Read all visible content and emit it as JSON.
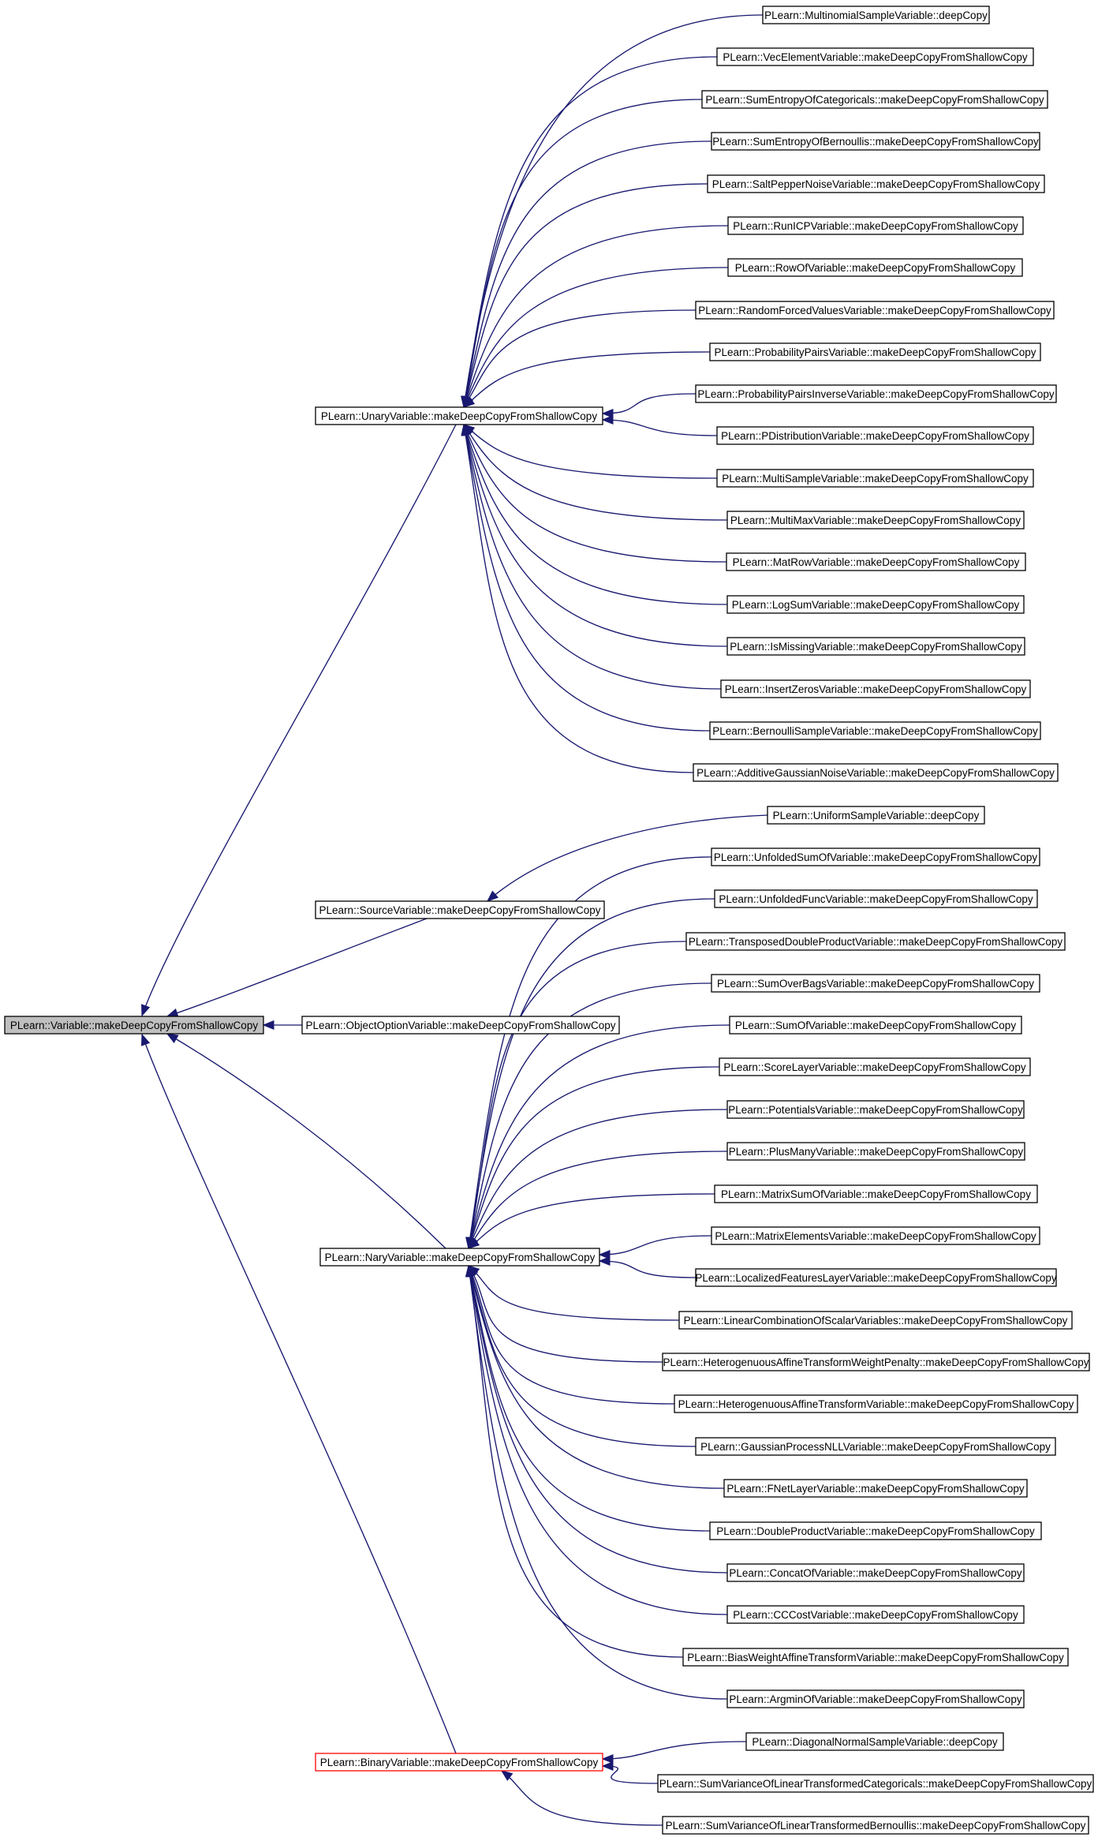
{
  "root": {
    "id": "root",
    "label": "PLearn::Variable::makeDeepCopyFromShallowCopy",
    "highlight": "gray"
  },
  "parents": [
    {
      "id": "unary",
      "label": "PLearn::UnaryVariable::makeDeepCopyFromShallowCopy"
    },
    {
      "id": "source",
      "label": "PLearn::SourceVariable::makeDeepCopyFromShallowCopy"
    },
    {
      "id": "objopt",
      "label": "PLearn::ObjectOptionVariable::makeDeepCopyFromShallowCopy"
    },
    {
      "id": "nary",
      "label": "PLearn::NaryVariable::makeDeepCopyFromShallowCopy"
    },
    {
      "id": "binary",
      "label": "PLearn::BinaryVariable::makeDeepCopyFromShallowCopy",
      "border": "#ff0000"
    }
  ],
  "children": {
    "unary": [
      "PLearn::MultinomialSampleVariable::deepCopy",
      "PLearn::VecElementVariable::makeDeepCopyFromShallowCopy",
      "PLearn::SumEntropyOfCategoricals::makeDeepCopyFromShallowCopy",
      "PLearn::SumEntropyOfBernoullis::makeDeepCopyFromShallowCopy",
      "PLearn::SaltPepperNoiseVariable::makeDeepCopyFromShallowCopy",
      "PLearn::RunICPVariable::makeDeepCopyFromShallowCopy",
      "PLearn::RowOfVariable::makeDeepCopyFromShallowCopy",
      "PLearn::RandomForcedValuesVariable::makeDeepCopyFromShallowCopy",
      "PLearn::ProbabilityPairsVariable::makeDeepCopyFromShallowCopy",
      "PLearn::ProbabilityPairsInverseVariable::makeDeepCopyFromShallowCopy",
      "PLearn::PDistributionVariable::makeDeepCopyFromShallowCopy",
      "PLearn::MultiSampleVariable::makeDeepCopyFromShallowCopy",
      "PLearn::MultiMaxVariable::makeDeepCopyFromShallowCopy",
      "PLearn::MatRowVariable::makeDeepCopyFromShallowCopy",
      "PLearn::LogSumVariable::makeDeepCopyFromShallowCopy",
      "PLearn::IsMissingVariable::makeDeepCopyFromShallowCopy",
      "PLearn::InsertZerosVariable::makeDeepCopyFromShallowCopy",
      "PLearn::BernoulliSampleVariable::makeDeepCopyFromShallowCopy",
      "PLearn::AdditiveGaussianNoiseVariable::makeDeepCopyFromShallowCopy"
    ],
    "source": [
      "PLearn::UniformSampleVariable::deepCopy"
    ],
    "nary": [
      "PLearn::UnfoldedSumOfVariable::makeDeepCopyFromShallowCopy",
      "PLearn::UnfoldedFuncVariable::makeDeepCopyFromShallowCopy",
      "PLearn::TransposedDoubleProductVariable::makeDeepCopyFromShallowCopy",
      "PLearn::SumOverBagsVariable::makeDeepCopyFromShallowCopy",
      "PLearn::SumOfVariable::makeDeepCopyFromShallowCopy",
      "PLearn::ScoreLayerVariable::makeDeepCopyFromShallowCopy",
      "PLearn::PotentialsVariable::makeDeepCopyFromShallowCopy",
      "PLearn::PlusManyVariable::makeDeepCopyFromShallowCopy",
      "PLearn::MatrixSumOfVariable::makeDeepCopyFromShallowCopy",
      "PLearn::MatrixElementsVariable::makeDeepCopyFromShallowCopy",
      "PLearn::LocalizedFeaturesLayerVariable::makeDeepCopyFromShallowCopy",
      "PLearn::LinearCombinationOfScalarVariables::makeDeepCopyFromShallowCopy",
      "PLearn::HeterogenuousAffineTransformWeightPenalty::makeDeepCopyFromShallowCopy",
      "PLearn::HeterogenuousAffineTransformVariable::makeDeepCopyFromShallowCopy",
      "PLearn::GaussianProcessNLLVariable::makeDeepCopyFromShallowCopy",
      "PLearn::FNetLayerVariable::makeDeepCopyFromShallowCopy",
      "PLearn::DoubleProductVariable::makeDeepCopyFromShallowCopy",
      "PLearn::ConcatOfVariable::makeDeepCopyFromShallowCopy",
      "PLearn::CCCostVariable::makeDeepCopyFromShallowCopy",
      "PLearn::BiasWeightAffineTransformVariable::makeDeepCopyFromShallowCopy",
      "PLearn::ArgminOfVariable::makeDeepCopyFromShallowCopy"
    ],
    "binary": [
      "PLearn::DiagonalNormalSampleVariable::deepCopy",
      "PLearn::SumVarianceOfLinearTransformedCategoricals::makeDeepCopyFromShallowCopy",
      "PLearn::SumVarianceOfLinearTransformedBernoullis::makeDeepCopyFromShallowCopy"
    ]
  },
  "colors": {
    "edge": "#191970",
    "root_fill": "#bfbfbf",
    "node_border": "#000000",
    "highlight_border": "#ff0000"
  }
}
